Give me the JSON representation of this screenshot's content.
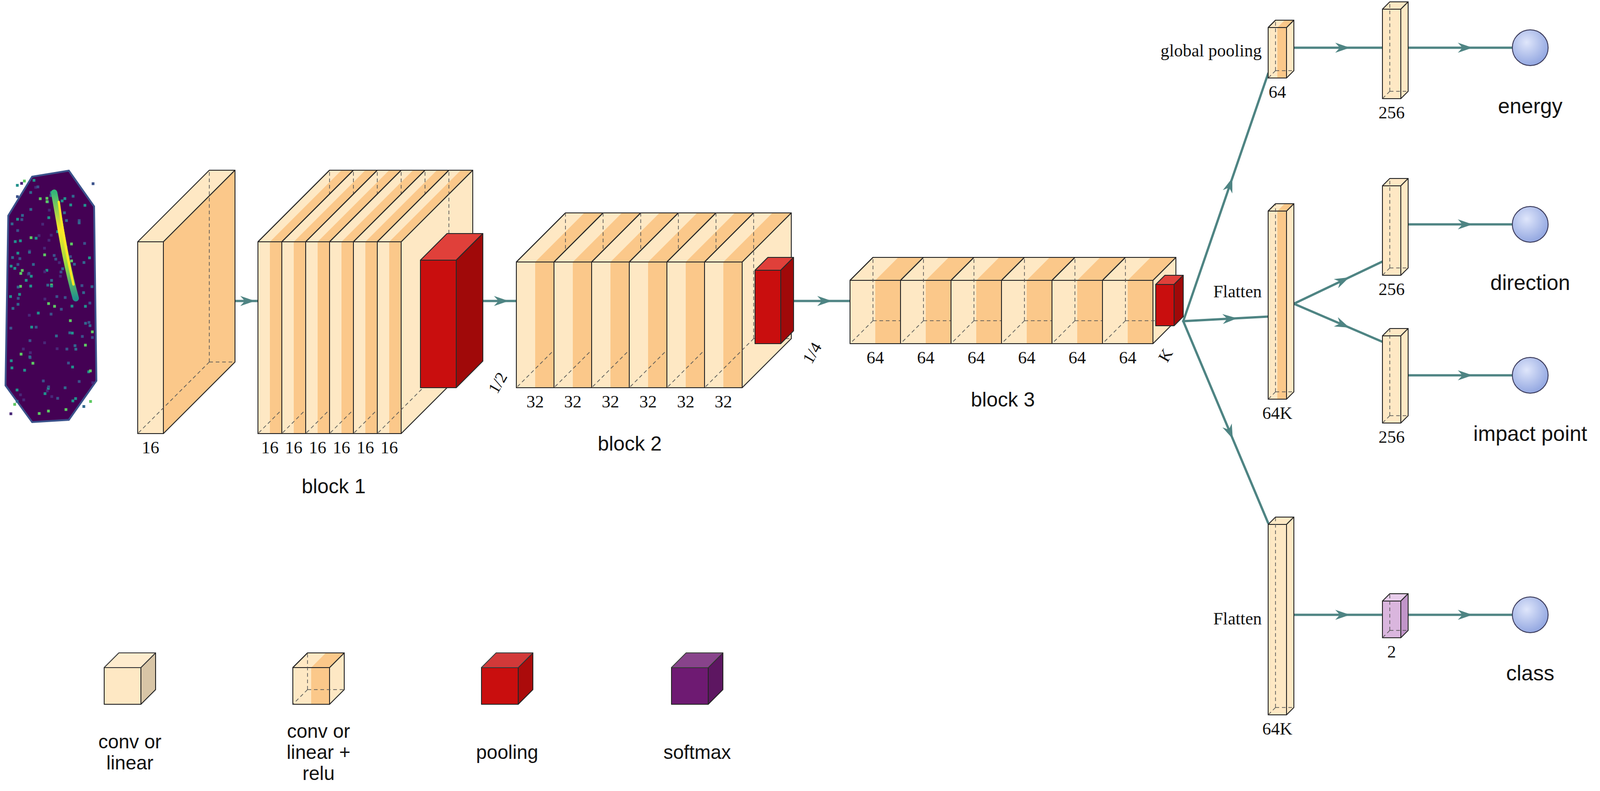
{
  "diagram": {
    "nodes": [
      {
        "text": [
          "16"
        ]
      },
      {
        "text": [
          "block 1"
        ]
      },
      {
        "text": [
          "16"
        ],
        "in": 1
      },
      {
        "text": [
          "16"
        ],
        "in": 1
      },
      {
        "text": [
          "16"
        ],
        "in": 1
      },
      {
        "text": [
          "16"
        ],
        "in": 1
      },
      {
        "text": [
          "16"
        ],
        "in": 1
      },
      {
        "text": [
          "16"
        ],
        "in": 1
      },
      {
        "text": [
          "1/2"
        ],
        "in": 1
      },
      {
        "text": [
          "block 2"
        ]
      },
      {
        "text": [
          "32"
        ],
        "in": 9
      },
      {
        "text": [
          "32"
        ],
        "in": 9
      },
      {
        "text": [
          "32"
        ],
        "in": 9
      },
      {
        "text": [
          "32"
        ],
        "in": 9
      },
      {
        "text": [
          "32"
        ],
        "in": 9
      },
      {
        "text": [
          "32"
        ],
        "in": 9
      },
      {
        "text": [
          "1/4"
        ],
        "in": 9
      },
      {
        "text": [
          "block 3"
        ]
      },
      {
        "text": [
          "64"
        ],
        "in": 17
      },
      {
        "text": [
          "64"
        ],
        "in": 17
      },
      {
        "text": [
          "64"
        ],
        "in": 17
      },
      {
        "text": [
          "64"
        ],
        "in": 17
      },
      {
        "text": [
          "64"
        ],
        "in": 17
      },
      {
        "text": [
          "64"
        ],
        "in": 17
      },
      {
        "text": [
          "K"
        ],
        "in": 17
      },
      {
        "text": [
          "global pooling",
          "64"
        ]
      },
      {
        "text": [
          "256"
        ]
      },
      {
        "text": [
          "energy"
        ]
      },
      {
        "text": [
          "Flatten",
          "64K"
        ]
      },
      {
        "text": [
          "256"
        ]
      },
      {
        "text": [
          "direction"
        ]
      },
      {
        "text": [
          "256"
        ]
      },
      {
        "text": [
          "impact point"
        ]
      },
      {
        "text": [
          "Flatten",
          "64K"
        ]
      },
      {
        "text": [
          "2"
        ]
      },
      {
        "text": [
          "class"
        ]
      }
    ],
    "edges": [
      {
        "from": 0,
        "to": 1,
        "arrow": "to"
      },
      {
        "from": 1,
        "to": 9,
        "arrow": "to"
      },
      {
        "from": 9,
        "to": 17,
        "arrow": "to"
      },
      {
        "from": 17,
        "to": 25,
        "arrow": "to"
      },
      {
        "from": 17,
        "to": 28,
        "arrow": "to"
      },
      {
        "from": 17,
        "to": 33,
        "arrow": "to"
      },
      {
        "from": 25,
        "to": 26,
        "arrow": "to"
      },
      {
        "from": 26,
        "to": 27,
        "arrow": "to"
      },
      {
        "from": 28,
        "to": 29,
        "arrow": "to"
      },
      {
        "from": 28,
        "to": 31,
        "arrow": "to"
      },
      {
        "from": 29,
        "to": 30,
        "arrow": "to"
      },
      {
        "from": 31,
        "to": 32,
        "arrow": "to"
      },
      {
        "from": 33,
        "to": 34,
        "arrow": "to"
      },
      {
        "from": 34,
        "to": 35,
        "arrow": "to"
      }
    ],
    "legend": [
      {
        "text": "conv or linear",
        "color": "#fee8c4"
      },
      {
        "text": "conv or linear + relu"
      },
      {
        "text": "pooling",
        "color": "#c90e0e"
      },
      {
        "text": "softmax",
        "color": "#6e1a72"
      }
    ]
  }
}
